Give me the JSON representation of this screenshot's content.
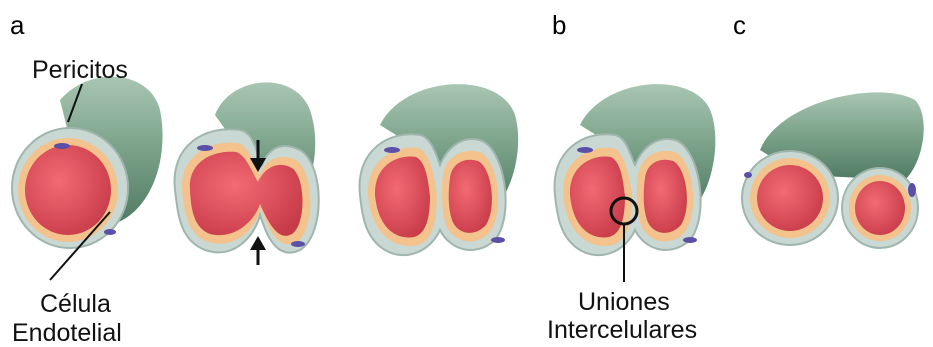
{
  "panels": {
    "a": "a",
    "b": "b",
    "c": "c"
  },
  "labels": {
    "pericitos": "Pericitos",
    "celula_line1": "Célula",
    "celula_line2": "Endotelial",
    "uniones_line1": "Uniones",
    "uniones_line2": "Intercelulares"
  },
  "colors": {
    "outer_green": "#7ea58c",
    "outer_green_dark": "#4f7a62",
    "pericyte": "#c9d8d3",
    "membrane": "#f3c28d",
    "lumen": "#e4505c",
    "lumen_dark": "#c73a48",
    "nucleus": "#5b4fa6"
  }
}
